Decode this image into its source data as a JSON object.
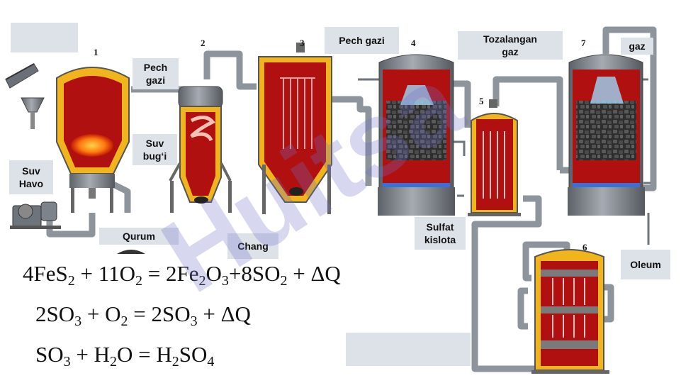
{
  "unit_numbers": [
    "1",
    "2",
    "3",
    "4",
    "5",
    "6",
    "7"
  ],
  "labels": {
    "pech_gazi_1": "Pech\ngazi",
    "pech_gazi_2": "Pech gazi",
    "tozalangan_gaz": "Tozalangan\ngaz",
    "gaz": "gaz",
    "suv_bugi": "Suv\nbug‘i",
    "suv_havo": "Suv\nHavo",
    "qurum": "Qurum",
    "chang": "Chang",
    "sulfat_kislota": "Sulfat\nkislota",
    "oleum": "Oleum"
  },
  "equations": [
    {
      "parts": [
        "4FeS",
        "2",
        " + 11O",
        "2",
        " = 2Fe",
        "2",
        "O",
        "3",
        "+8SO",
        "2",
        "  + ΔQ"
      ]
    },
    {
      "parts": [
        "2SO",
        "3",
        " + O",
        "2",
        " =  2SO",
        "3",
        " + ΔQ"
      ]
    },
    {
      "parts": [
        "SO",
        "3",
        " + H",
        "2",
        "O = H",
        "2",
        "SO",
        "4",
        ""
      ]
    }
  ],
  "watermark": "Huitsa",
  "colors": {
    "furnace_jacket": "#f0b41c",
    "furnace_inner": "#b01010",
    "casing": "#7a7a7a",
    "pipe": "#9aa3ad",
    "coke": "#3a3a3a",
    "water": "#3b6fd6"
  }
}
